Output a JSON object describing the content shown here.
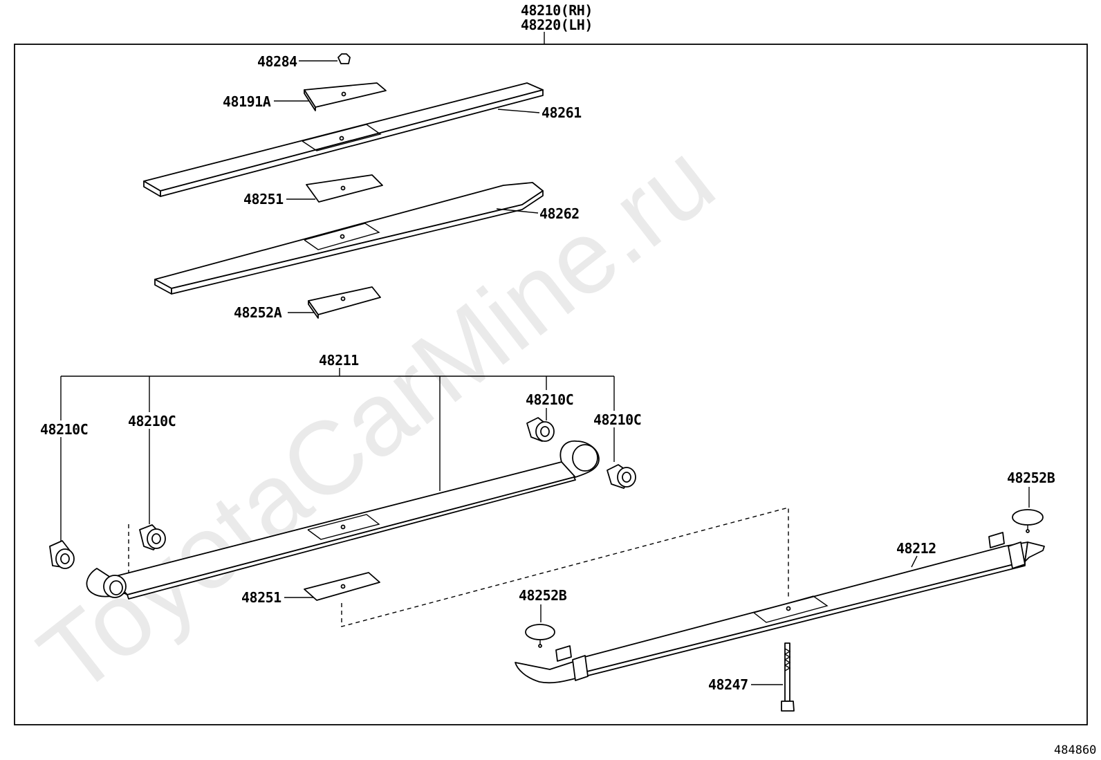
{
  "header": {
    "assembly_rh": "48210(RH)",
    "assembly_lh": "48220(LH)"
  },
  "labels": {
    "nut": "48284",
    "clip_upper": "48191A",
    "leaf_1": "48261",
    "liner_upper": "48251",
    "leaf_2": "48262",
    "liner_lower": "48252A",
    "main_leaf": "48211",
    "bushing_left_outer": "48210C",
    "bushing_left_inner": "48210C",
    "bushing_right_upper": "48210C",
    "bushing_right_outer": "48210C",
    "liner_main": "48251",
    "helper_leaf": "48212",
    "cap_right": "48252B",
    "cap_left": "48252B",
    "bolt": "48247"
  },
  "watermark": "ToyotaCarMine.ru",
  "figure_number": "484860"
}
